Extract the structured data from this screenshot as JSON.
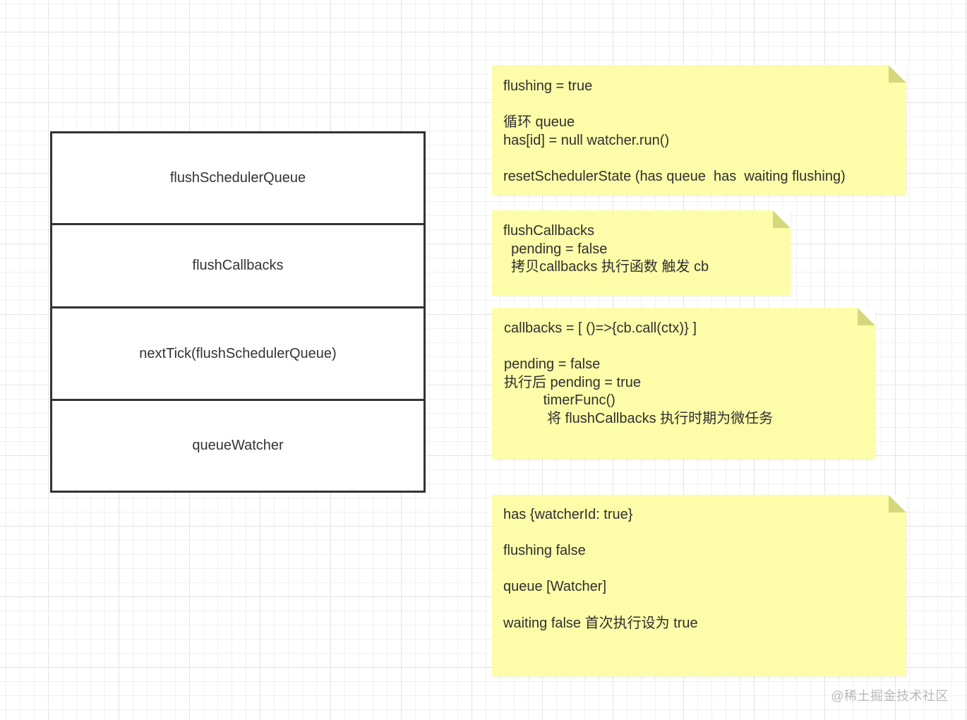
{
  "stack": {
    "boxes": [
      "flushSchedulerQueue",
      "flushCallbacks",
      "nextTick(flushSchedulerQueue)",
      "queueWatcher"
    ]
  },
  "notes": [
    {
      "lines": [
        "flushing = true",
        "",
        "循环 queue",
        "has[id] = null watcher.run()",
        "",
        "resetSchedulerState (has queue  has  waiting flushing)"
      ]
    },
    {
      "lines": [
        "flushCallbacks",
        "  pending = false",
        "  拷贝callbacks 执行函数 触发 cb"
      ]
    },
    {
      "lines": [
        "callbacks = [ ()=>{cb.call(ctx)} ]",
        "",
        "pending = false",
        "执行后 pending = true",
        "          timerFunc()",
        "           将 flushCallbacks 执行时期为微任务"
      ]
    },
    {
      "lines": [
        "has {watcherId: true}",
        "",
        "flushing false",
        "",
        "queue [Watcher]",
        "",
        "waiting false 首次执行设为 true"
      ]
    }
  ],
  "watermark": "@稀土掘金技术社区",
  "colors": {
    "note_fill": "#fdfda9",
    "note_fold": "#d6d67c",
    "box_border": "#333333"
  }
}
